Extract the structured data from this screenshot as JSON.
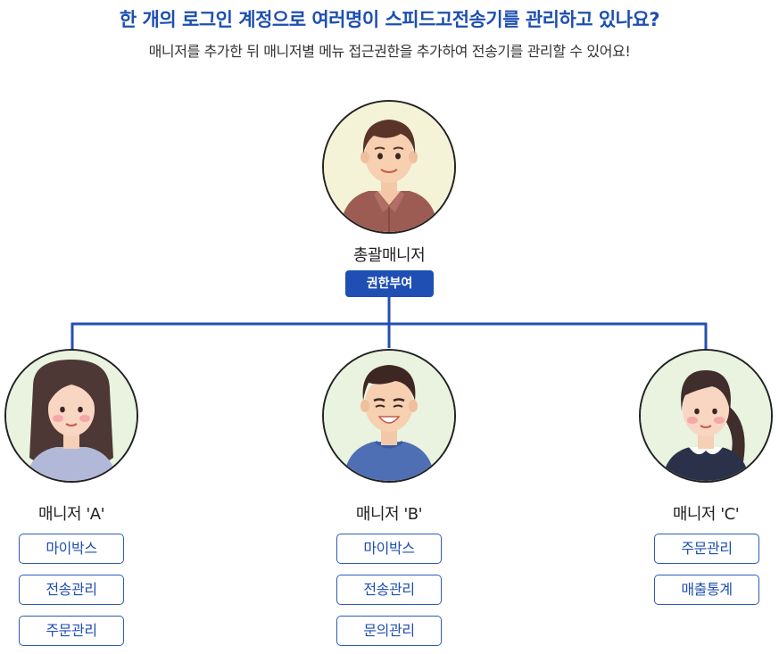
{
  "header": {
    "title": "한 개의 로그인 계정으로  여러명이 스피드고전송기를 관리하고 있나요?",
    "subtitle": "매니저를 추가한 뒤 매니저별 메뉴 접근권한을 추가하여 전송기를 관리할 수 있어요!"
  },
  "top": {
    "name": "총괄매니저",
    "badge": "권한부여"
  },
  "managers": [
    {
      "name": "매니저 'A'",
      "permissions": [
        "마이박스",
        "전송관리",
        "주문관리"
      ]
    },
    {
      "name": "매니저 'B'",
      "permissions": [
        "마이박스",
        "전송관리",
        "문의관리"
      ]
    },
    {
      "name": "매니저 'C'",
      "permissions": [
        "주문관리",
        "매출통계"
      ]
    }
  ],
  "colors": {
    "accent": "#1f4fb3",
    "connector": "#2350b0",
    "avatar_top_bg": "#f4f3d8",
    "avatar_manager_bg": "#e9f3df"
  }
}
